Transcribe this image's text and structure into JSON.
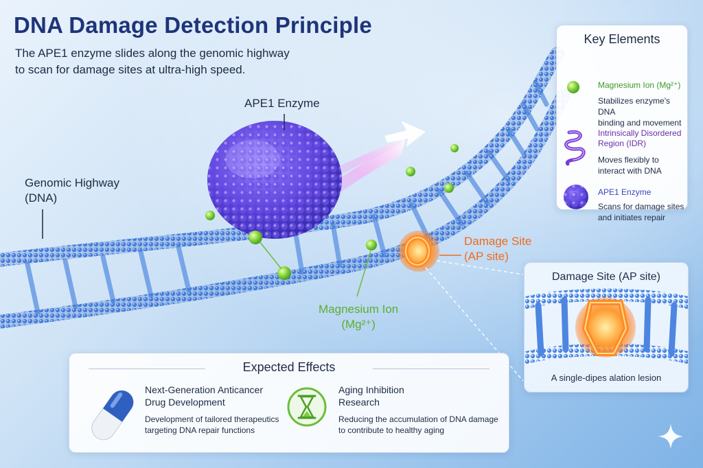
{
  "header": {
    "title": "DNA Damage Detection Principle",
    "subtitle_lines": [
      "The APE1 enzyme slides along the genomic highway",
      "to scan for damage sites at ultra-high speed."
    ]
  },
  "labels": {
    "enzyme": "APE1 Enzyme",
    "highway_lines": [
      "Genomic Highway",
      "(DNA)"
    ],
    "damage_lines": [
      "Damage Site",
      "(AP site)"
    ],
    "magnesium_lines": [
      "Magnesium Ion",
      "(Mg²⁺)"
    ]
  },
  "key_elements": {
    "title": "Key Elements",
    "items": [
      {
        "icon": "magnesium-ion-icon",
        "name_lines": [
          "Magnesium Ion (Mg²⁺)"
        ],
        "desc_lines": [
          "Stabilizes enzyme's DNA",
          "binding and movement"
        ]
      },
      {
        "icon": "idr-squiggle-icon",
        "name_lines": [
          "Intrinsically Disordered",
          "Region (IDR)"
        ],
        "desc_lines": [
          "Moves flexibly to",
          "interact with DNA"
        ]
      },
      {
        "icon": "ape1-enzyme-icon",
        "name_lines": [
          "APE1 Enzyme"
        ],
        "desc_lines": [
          "Scans for damage sites",
          "and initiates repair"
        ]
      }
    ]
  },
  "damage_inset": {
    "title": "Damage Site (AP site)",
    "caption": "A single-dipes alation lesion"
  },
  "effects": {
    "title": "Expected Effects",
    "items": [
      {
        "icon": "capsule-icon",
        "name_lines": [
          "Next-Generation Anticancer",
          "Drug Development"
        ],
        "desc_lines": [
          "Development of tailored therapeutics",
          "targeting DNA repair functions"
        ]
      },
      {
        "icon": "hourglass-icon",
        "name_lines": [
          "Aging Inhibition",
          "Research"
        ],
        "desc_lines": [
          "Reducing the accumulation of DNA damage",
          "to contribute to healthy aging"
        ]
      }
    ]
  },
  "colors": {
    "title": "#1e3479",
    "enzyme": "#5a3fd8",
    "dna": "#3f74d6",
    "magnesium": "#7ccf3a",
    "damage": "#f06b1a",
    "idr": "#7a3fd0"
  }
}
